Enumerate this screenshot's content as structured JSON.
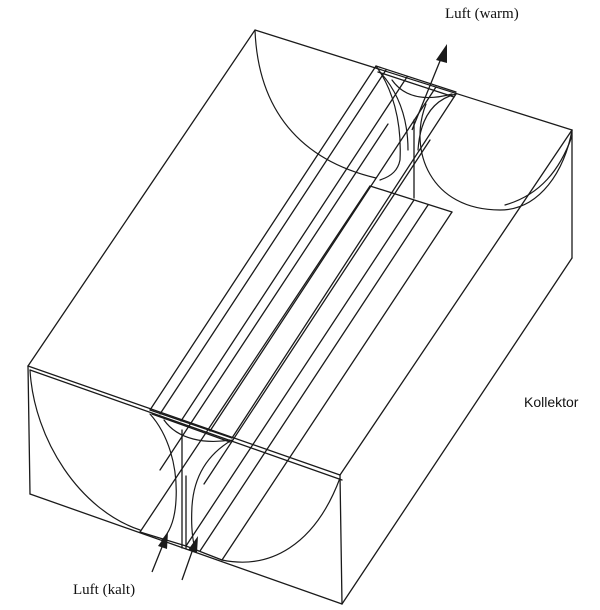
{
  "labels": {
    "air_warm": "Luft (warm)",
    "air_cold": "Luft (kalt)",
    "collector": "Kollektor"
  },
  "colors": {
    "ink": "#1a1a1a",
    "paper": "#ffffff"
  }
}
